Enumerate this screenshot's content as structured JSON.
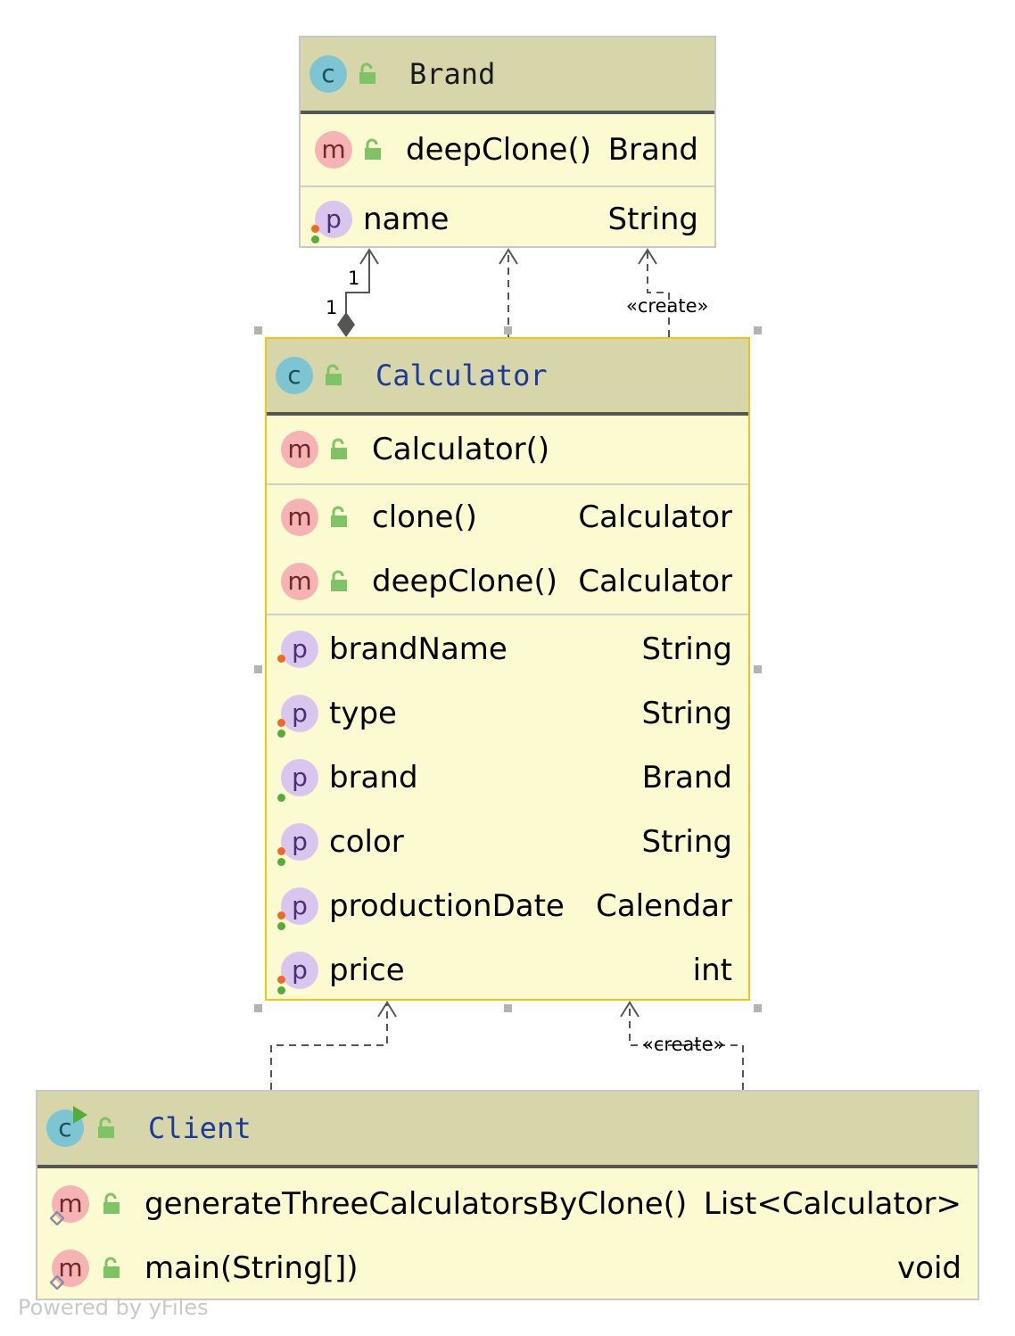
{
  "classes": {
    "brand": {
      "name": "Brand",
      "kind_badge": "c",
      "methods": [
        {
          "badge": "m",
          "name": "deepClone()",
          "type": "Brand"
        }
      ],
      "properties": [
        {
          "badge": "p",
          "name": "name",
          "type": "String"
        }
      ]
    },
    "calculator": {
      "name": "Calculator",
      "kind_badge": "c",
      "constructors": [
        {
          "badge": "m",
          "name": "Calculator()"
        }
      ],
      "methods": [
        {
          "badge": "m",
          "name": "clone()",
          "type": "Calculator"
        },
        {
          "badge": "m",
          "name": "deepClone()",
          "type": "Calculator"
        }
      ],
      "properties": [
        {
          "badge": "p",
          "name": "brandName",
          "type": "String"
        },
        {
          "badge": "p",
          "name": "type",
          "type": "String"
        },
        {
          "badge": "p",
          "name": "brand",
          "type": "Brand"
        },
        {
          "badge": "p",
          "name": "color",
          "type": "String"
        },
        {
          "badge": "p",
          "name": "productionDate",
          "type": "Calendar"
        },
        {
          "badge": "p",
          "name": "price",
          "type": "int"
        }
      ]
    },
    "client": {
      "name": "Client",
      "kind_badge": "c",
      "methods": [
        {
          "badge": "m",
          "name": "generateThreeCalculatorsByClone()",
          "type": "List<Calculator>"
        },
        {
          "badge": "m",
          "name": "main(String[])",
          "type": "void"
        }
      ]
    }
  },
  "edges": {
    "composition_source_multiplicity": "1",
    "composition_target_multiplicity": "1",
    "create_label_top": "«create»",
    "create_label_bottom": "«create»"
  },
  "watermark": "Powered by yFiles",
  "colors": {
    "class_fill": "#fcfad0",
    "header_fill": "#d6d6aa",
    "selected_border": "#f2c418",
    "class_title_link": "#1b3a9a",
    "lock_green": "#7fc464"
  },
  "icons": [
    "class-icon",
    "method-icon",
    "property-icon",
    "lock-icon",
    "run-icon"
  ]
}
